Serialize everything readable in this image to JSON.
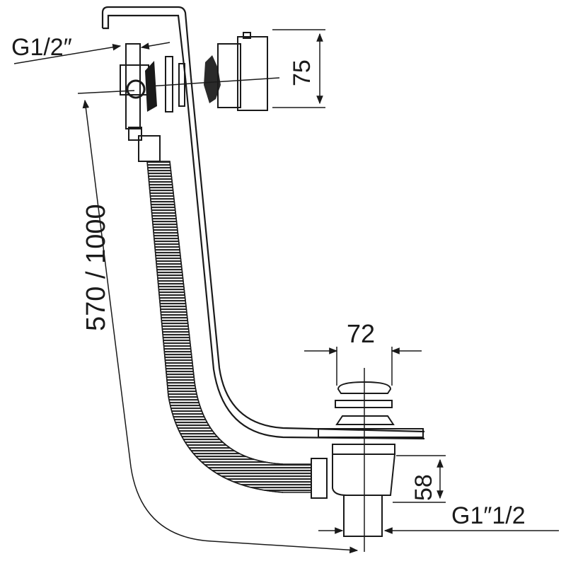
{
  "diagram": {
    "labels": {
      "inlet_thread": "G1/2″",
      "overflow_height": "75",
      "cable_length": "570 / 1000",
      "waste_diameter": "72",
      "waste_height": "58",
      "outlet_thread": "G1″1/2"
    },
    "colors": {
      "line": "#1a1a1a",
      "background": "#ffffff",
      "hose_fill": "#2a2a2a"
    }
  }
}
